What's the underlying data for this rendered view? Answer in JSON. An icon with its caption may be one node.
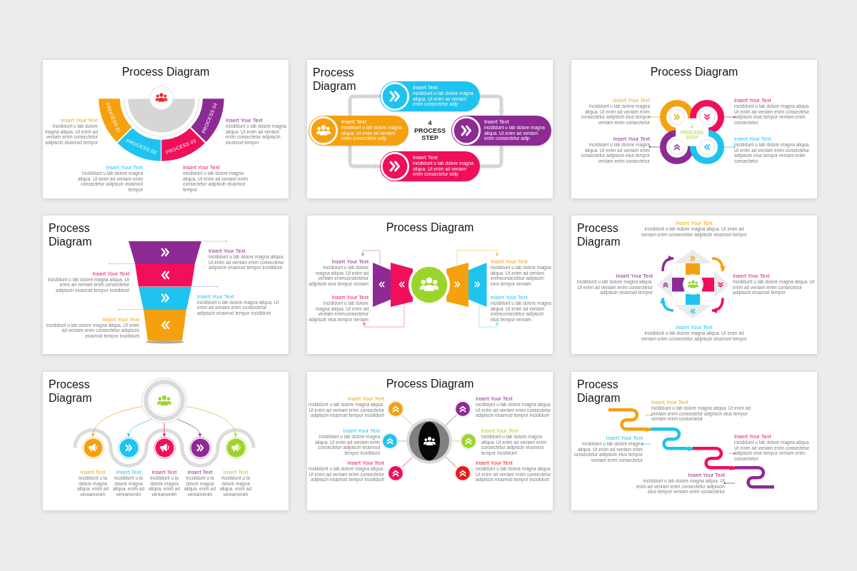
{
  "diagram": {
    "nodes": [
      {
        "text": [
          "Process Diagram"
        ]
      },
      {
        "text": [
          "PROCESS 01"
        ],
        "in": 0,
        "beside": [
          "Insert Your Text",
          "incididunt u lab dolore magna aliqua. Ut enim ad veniam enim consectetur adipiscin eiusmod tempor"
        ]
      },
      {
        "text": [
          "PROCESS 02"
        ],
        "in": 0,
        "beside": [
          "Insert Your Text",
          "incididunt u lab dolore magna aliqua. Ut enim ad veniam enim consectetur adipiscin eiusmod tempor"
        ]
      },
      {
        "text": [
          "PROCESS 03"
        ],
        "in": 0,
        "beside": [
          "Insert Your Text",
          "incididunt u lab dolore magna aliqua. Ut enim ad veniam enim consectetur adipiscin eiusmod tempor"
        ]
      },
      {
        "text": [
          "PROCESS 04"
        ],
        "in": 0,
        "beside": [
          "Insert Your Text",
          "incididunt u lab dolore magna aliqua. Ut enim ad veniam enim consectetur adipiscin eiusmod tempor"
        ]
      },
      {
        "text": [
          "Process Diagram"
        ]
      },
      {
        "text": [
          "Insert Text",
          "incididunt u lab dolore magna aliqua. Ut enim ad veniam enim consectetur adip"
        ],
        "in": 5
      },
      {
        "text": [
          "Insert Text",
          "incididunt u lab dolore magna aliqua. Ut enim ad veniam enim consectetur adip"
        ],
        "in": 5
      },
      {
        "text": [
          "Insert Text",
          "incididunt u lab dolore magna aliqua. Ut enim ad veniam enim consectetur adip"
        ],
        "in": 5
      },
      {
        "text": [
          "Insert Text",
          "incididunt u lab dolore magna aliqua. Ut enim ad veniam enim consectetur adip"
        ],
        "in": 5
      },
      {
        "text": [
          "Process Diagram"
        ]
      },
      {
        "text": [
          "Insert Your Text",
          "incididunt u lab dolore magna aliqua. Ut enim ad veniam enim consectetur adipiscin eius tempor veniam enim consectetur"
        ],
        "in": 10
      },
      {
        "text": [],
        "shape": "circle",
        "in": 10
      },
      {
        "text": [],
        "shape": "circle",
        "in": 10
      },
      {
        "text": [
          "Insert Your Text",
          "incididunt u lab dolore magna aliqua. Ut enim ad veniam enim consectetur adipiscin eius tempor veniam enim consectetur"
        ],
        "in": 10
      },
      {
        "text": [
          "Insert Your Text",
          "incididunt u lab dolore magna aliqua. Ut enim ad veniam enim consectetur adipiscin eius tempor veniam enim consectetur"
        ],
        "in": 10
      },
      {
        "text": [],
        "shape": "circle",
        "in": 10
      },
      {
        "text": [],
        "shape": "circle",
        "in": 10
      },
      {
        "text": [
          "Insert Your Text",
          "incididunt u lab dolore magna aliqua. Ut enim ad veniam enim consectetur adipiscin eius tempor veniam enim consectetur"
        ],
        "in": 10
      },
      {
        "text": [
          "Process Diagram"
        ]
      },
      {
        "text": [],
        "shape": "trapezoid",
        "in": 19
      },
      {
        "text": [
          "Insert Your Text",
          "incididunt u lab dolore magna aliqua. Ut enim ad veniam enim consectetur adipiscin eiusmod tempor incididunt"
        ],
        "in": 19
      },
      {
        "text": [
          "Insert Your Text",
          "incididunt u lab dolore magna aliqua. Ut enim ad veniam enim consectetur adipiscin eiusmod tempor incididunt"
        ],
        "in": 19
      },
      {
        "text": [],
        "shape": "trapezoid",
        "in": 19
      },
      {
        "text": [],
        "shape": "trapezoid",
        "in": 19
      },
      {
        "text": [
          "Insert Your Text",
          "incididunt u lab dolore magna aliqua. Ut enim ad veniam enim consectetur adipiscin eiusmod tempor incididunt"
        ],
        "in": 19
      },
      {
        "text": [
          "Insert Your Text",
          "incididunt u lab dolore magna aliqua. Ut enim ad veniam enim consectetur adipiscin eiusmod tempor incididunt"
        ],
        "in": 19
      },
      {
        "text": [],
        "shape": "trapezoid",
        "in": 19
      },
      {
        "text": [
          "Process Diagram"
        ]
      },
      {
        "text": [
          "Insert Your Text",
          "incididunt u lab dolore magna aliqua. Ut enim ad veniam enimconsectetur adipiscin eius tempor veniam"
        ],
        "in": 28
      },
      {
        "text": [
          "Insert Your Text",
          "incididunt u lab dolore magna aliqua. Ut enim ad veniam enimconsectetur adipiscin eius tempor veniam"
        ],
        "in": 28
      },
      {
        "text": [],
        "shape": "trapezoid",
        "in": 28
      },
      {
        "text": [],
        "shape": "trapezoid",
        "in": 28
      },
      {
        "text": [],
        "shape": "trapezoid",
        "in": 28
      },
      {
        "text": [],
        "shape": "trapezoid",
        "in": 28
      },
      {
        "text": [
          "Insert Your Text",
          "incididunt u lab dolore magna aliqua. Ut enim ad veniam enimconsectetur adipiscin eius tempor veniam"
        ],
        "in": 28
      },
      {
        "text": [
          "Insert Your Text",
          "incididunt u lab dolore magna aliqua. Ut enim ad veniam enimconsectetur adipiscin eius tempor veniam"
        ],
        "in": 28
      },
      {
        "text": [
          "Process Diagram"
        ]
      },
      {
        "text": [],
        "shape": "bar",
        "in": 37,
        "beside": [
          "Insert Your Text",
          "incididunt u lab dolore magna aliqua. Ut enim ad veniam enim consectetur adipiscin eiusmod tempor"
        ]
      },
      {
        "text": [],
        "shape": "bar",
        "in": 37,
        "beside": [
          "Insert Your Text",
          "incididunt u lab dolore magna aliqua. Ut enim ad veniam enim consectetur adipiscin eiusmod tempor"
        ]
      },
      {
        "text": [],
        "shape": "bar",
        "in": 37,
        "beside": [
          "Insert Your Text",
          "incididunt u lab dolore magna aliqua. Ut enim ad veniam enim consectetur adipiscin eiusmod tempor"
        ]
      },
      {
        "text": [],
        "shape": "bar",
        "in": 37,
        "beside": [
          "Insert Your Text",
          "incididunt u lab dolore magna aliqua. Ut enim ad veniam enim consectetur adipiscin eiusmod tempor"
        ]
      },
      {
        "text": [
          "Process Diagram"
        ]
      },
      {
        "text": [],
        "shape": "circle",
        "in": 42
      },
      {
        "text": [],
        "shape": "circle",
        "in": 42,
        "beside": [
          "Insert Text",
          "incididunt u la dolore magna aliqua. enim ad veniamenim"
        ]
      },
      {
        "text": [],
        "shape": "circle",
        "in": 42,
        "beside": [
          "Insert Text",
          "incididunt u la dolore magna aliqua. enim ad veniamenim"
        ]
      },
      {
        "text": [],
        "shape": "circle",
        "in": 42,
        "beside": [
          "Insert Text",
          "incididunt u la dolore magna aliqua. enim ad veniamenim"
        ]
      },
      {
        "text": [],
        "shape": "circle",
        "in": 42,
        "beside": [
          "Insert Text",
          "incididunt u la dolore magna aliqua. enim ad veniamenim"
        ]
      },
      {
        "text": [],
        "shape": "circle",
        "in": 42,
        "beside": [
          "Insert Text",
          "incididunt u la dolore magna aliqua. enim ad veniamenim"
        ]
      },
      {
        "text": [
          "Process Diagram"
        ]
      },
      {
        "text": [],
        "shape": "circle",
        "in": 49,
        "beside": [
          "Insert Your Text",
          "incididunt u lab dolore magna aliqua. Ut enim ad veniam enim consectetur adipiscin eiusmod tempor incididunt"
        ]
      },
      {
        "text": [],
        "shape": "circle",
        "in": 49,
        "beside": [
          "Insert Your Text",
          "incididunt u lab dolore magna aliqua. Ut enim ad veniam enim consectetur adipiscin eiusmod tempor incididunt"
        ]
      },
      {
        "text": [],
        "shape": "circle",
        "in": 49,
        "beside": [
          "Insert Your Text",
          "incididunt u lab dolore magna aliqua. Ut enim ad veniam enim consectetur adipiscin eiusmod tempor incididunt"
        ]
      },
      {
        "text": [],
        "shape": "circle",
        "in": 49
      },
      {
        "text": [],
        "shape": "circle",
        "in": 49,
        "beside": [
          "Insert Your Text",
          "incididunt u lab dolore magna aliqua. Ut enim ad veniam enim consectetur adipiscin eiusmod tempor incididunt"
        ]
      },
      {
        "text": [],
        "shape": "circle",
        "in": 49,
        "beside": [
          "Insert Your Text",
          "incididunt u lab dolore magna aliqua. Ut enim ad veniam enim consectetur adipiscin eiusmod tempor incididunt"
        ]
      },
      {
        "text": [],
        "shape": "circle",
        "in": 49,
        "beside": [
          "Insert Your Text",
          "incididunt u lab dolore magna aliqua. Ut enim ad veniam enim consectetur adipiscin eiusmod tempor incididunt"
        ]
      },
      {
        "text": [
          "Process Diagram"
        ]
      },
      {
        "text": [],
        "shape": "bar",
        "in": 57
      },
      {
        "text": [
          "Insert Your Text",
          "incididunt u lab dolore magna aliqua. Ut enim ad veniam enim consectetur adipiscin eius tempor veniam enim consectetur"
        ],
        "in": 57
      },
      {
        "text": [
          "Insert Your Text",
          "incididunt u lab dolore magna aliqua. Ut enim ad veniam enim consectetur adipiscin eius tempor veniam enim consectetur"
        ],
        "in": 57
      },
      {
        "text": [],
        "shape": "bar",
        "in": 57
      },
      {
        "text": [],
        "shape": "bar",
        "in": 57
      },
      {
        "text": [
          "Insert Your Text",
          "incididunt u lab dolore magna aliqua. Ut enim ad veniam enim consectetur adipiscin eius tempor veniam enim consectetur"
        ],
        "in": 57
      },
      {
        "text": [
          "Insert Your Text",
          "incididunt u lab dolore magna aliqua. Ut enim ad veniam enim consectetur adipiscin eius tempor veniam enim consectetur"
        ],
        "in": 57
      },
      {
        "text": [],
        "shape": "bar",
        "in": 57
      }
    ],
    "edges": [
      {
        "from": 7,
        "to": 6,
        "arrow": "to",
        "style": "thick",
        "color": "#d6d6d6"
      },
      {
        "from": 6,
        "to": 8,
        "arrow": "to",
        "style": "thick",
        "color": "#d6d6d6"
      },
      {
        "from": 7,
        "to": 9,
        "arrow": "to",
        "style": "thick",
        "color": "#d6d6d6"
      },
      {
        "from": 9,
        "to": 8,
        "arrow": "to",
        "style": "thick",
        "color": "#d6d6d6"
      },
      {
        "from": 11,
        "to": 12,
        "arrow": "other",
        "color": "#f5a10f"
      },
      {
        "from": 14,
        "to": 13,
        "arrow": "other",
        "color": "#ef0f5a"
      },
      {
        "from": 15,
        "to": 16,
        "arrow": "other",
        "color": "#8e2a94"
      },
      {
        "from": 18,
        "to": 17,
        "arrow": "other",
        "color": "#1fc3ef"
      },
      {
        "from": 21,
        "to": 20,
        "arrow": "other",
        "color": "#b4bde6"
      },
      {
        "from": 22,
        "to": 23,
        "arrow": "other",
        "color": "#b4bde6"
      },
      {
        "from": 25,
        "to": 24,
        "arrow": "other",
        "color": "#b4bde6"
      },
      {
        "from": 26,
        "to": 27,
        "arrow": "other",
        "color": "#b4bde6"
      },
      {
        "from": 31,
        "to": 29,
        "arrow": "to",
        "color": "#c98ccc"
      },
      {
        "from": 33,
        "to": 30,
        "arrow": "to",
        "color": "#f9c46a"
      },
      {
        "from": 32,
        "to": 35,
        "arrow": "to",
        "color": "#f47aa3"
      },
      {
        "from": 34,
        "to": 36,
        "arrow": "to",
        "color": "#8fdcf4"
      },
      {
        "from": 39,
        "to": 38,
        "arrow": "to",
        "style": "thick",
        "color": "#8e2a94"
      },
      {
        "from": 38,
        "to": 40,
        "arrow": "to",
        "style": "thick",
        "color": "#f5a10f"
      },
      {
        "from": 40,
        "to": 41,
        "arrow": "to",
        "style": "thick",
        "color": "#ef0f5a"
      },
      {
        "from": 41,
        "to": 39,
        "arrow": "to",
        "style": "thick",
        "color": "#1fc3ef"
      },
      {
        "from": 43,
        "to": 44,
        "arrow": "to",
        "color": "#f5a10f"
      },
      {
        "from": 43,
        "to": 45,
        "arrow": "to",
        "color": "#1fc3ef"
      },
      {
        "from": 43,
        "to": 46,
        "arrow": "to",
        "color": "#ef0f5a"
      },
      {
        "from": 43,
        "to": 47,
        "arrow": "to",
        "color": "#8e2a94"
      },
      {
        "from": 43,
        "to": 48,
        "arrow": "to",
        "color": "#9bd52b"
      },
      {
        "from": 53,
        "to": 50,
        "arrow": "none",
        "color": "#f5a10f"
      },
      {
        "from": 53,
        "to": 51,
        "arrow": "none",
        "color": "#8e2a94"
      },
      {
        "from": 53,
        "to": 52,
        "arrow": "none",
        "color": "#1fc3ef"
      },
      {
        "from": 53,
        "to": 54,
        "arrow": "none",
        "color": "#9bd52b"
      },
      {
        "from": 53,
        "to": 55,
        "arrow": "none",
        "color": "#ef0f5a"
      },
      {
        "from": 53,
        "to": 56,
        "arrow": "none",
        "color": "#e41b1b"
      },
      {
        "from": 58,
        "to": 61,
        "arrow": "to",
        "style": "thick",
        "color": "#f5a10f"
      },
      {
        "from": 61,
        "to": 62,
        "arrow": "to",
        "style": "thick",
        "color": "#1fc3ef"
      },
      {
        "from": 62,
        "to": 65,
        "arrow": "to",
        "style": "thick",
        "color": "#ef0f5a"
      },
      {
        "from": 59,
        "to": 58,
        "arrow": "other",
        "color": "#f5a10f"
      },
      {
        "from": 60,
        "to": 61,
        "arrow": "other",
        "color": "#1fc3ef"
      },
      {
        "from": 63,
        "to": 62,
        "arrow": "other",
        "style": "dashed",
        "color": "#ef0f5a"
      },
      {
        "from": 64,
        "to": 65,
        "arrow": "other",
        "color": "#8e2a94"
      }
    ],
    "labels": [
      "4 PROCESS STEP",
      "4 PROCESS STEP"
    ]
  }
}
